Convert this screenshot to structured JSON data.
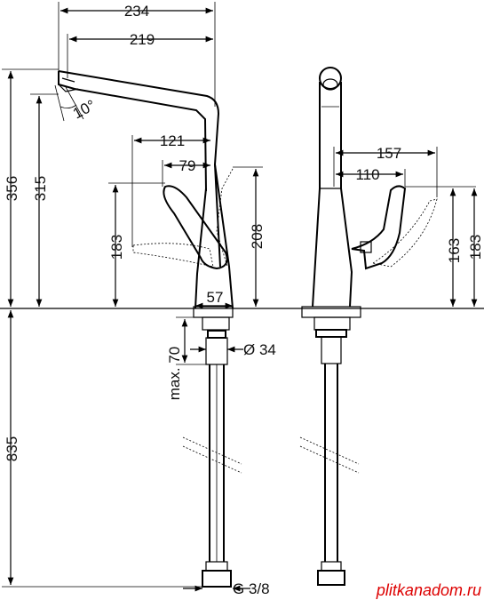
{
  "dimensions": {
    "d234": "234",
    "d219": "219",
    "d121": "121",
    "d79": "79",
    "d10deg": "10°",
    "d356": "356",
    "d315": "315",
    "d183_front": "183",
    "d208": "208",
    "d57": "57",
    "d34": "Ø 34",
    "dmax70": "max. 70",
    "d835": "835",
    "dg38": "G 3/8",
    "d157": "157",
    "d110": "110",
    "d163": "163",
    "d183_side": "183"
  },
  "watermark": "plitkanadom.ru",
  "colors": {
    "line": "#000000",
    "watermark": "#dd0000"
  }
}
